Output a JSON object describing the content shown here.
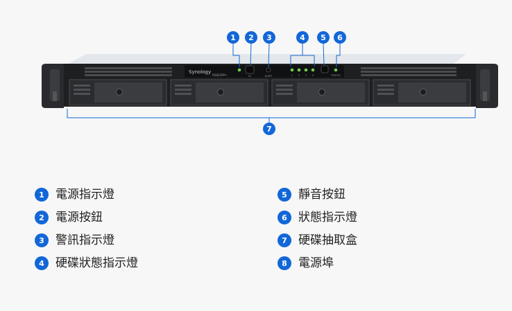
{
  "colors": {
    "accent": "#1267d8",
    "background": "#f7f7f7",
    "chassis": "#1e1f21",
    "led_green": "#6fcf4a"
  },
  "device": {
    "brand_label": "Synology",
    "model_label": "RS822RP+",
    "power_button_caption": "⏻",
    "alert_button_caption": "ALERT",
    "mute_button_caption": "",
    "status_caption": "STATUS",
    "drive_led_labels": [
      "1",
      "2",
      "3",
      "4"
    ]
  },
  "callouts": [
    {
      "num": "1"
    },
    {
      "num": "2"
    },
    {
      "num": "3"
    },
    {
      "num": "4"
    },
    {
      "num": "5"
    },
    {
      "num": "6"
    },
    {
      "num": "7"
    }
  ],
  "legend": {
    "left": [
      {
        "num": "1",
        "label": "電源指示燈"
      },
      {
        "num": "2",
        "label": "電源按鈕"
      },
      {
        "num": "3",
        "label": "警訊指示燈"
      },
      {
        "num": "4",
        "label": "硬碟狀態指示燈"
      }
    ],
    "right": [
      {
        "num": "5",
        "label": "靜音按鈕"
      },
      {
        "num": "6",
        "label": "狀態指示燈"
      },
      {
        "num": "7",
        "label": "硬碟抽取盒"
      },
      {
        "num": "8",
        "label": "電源埠"
      }
    ]
  }
}
